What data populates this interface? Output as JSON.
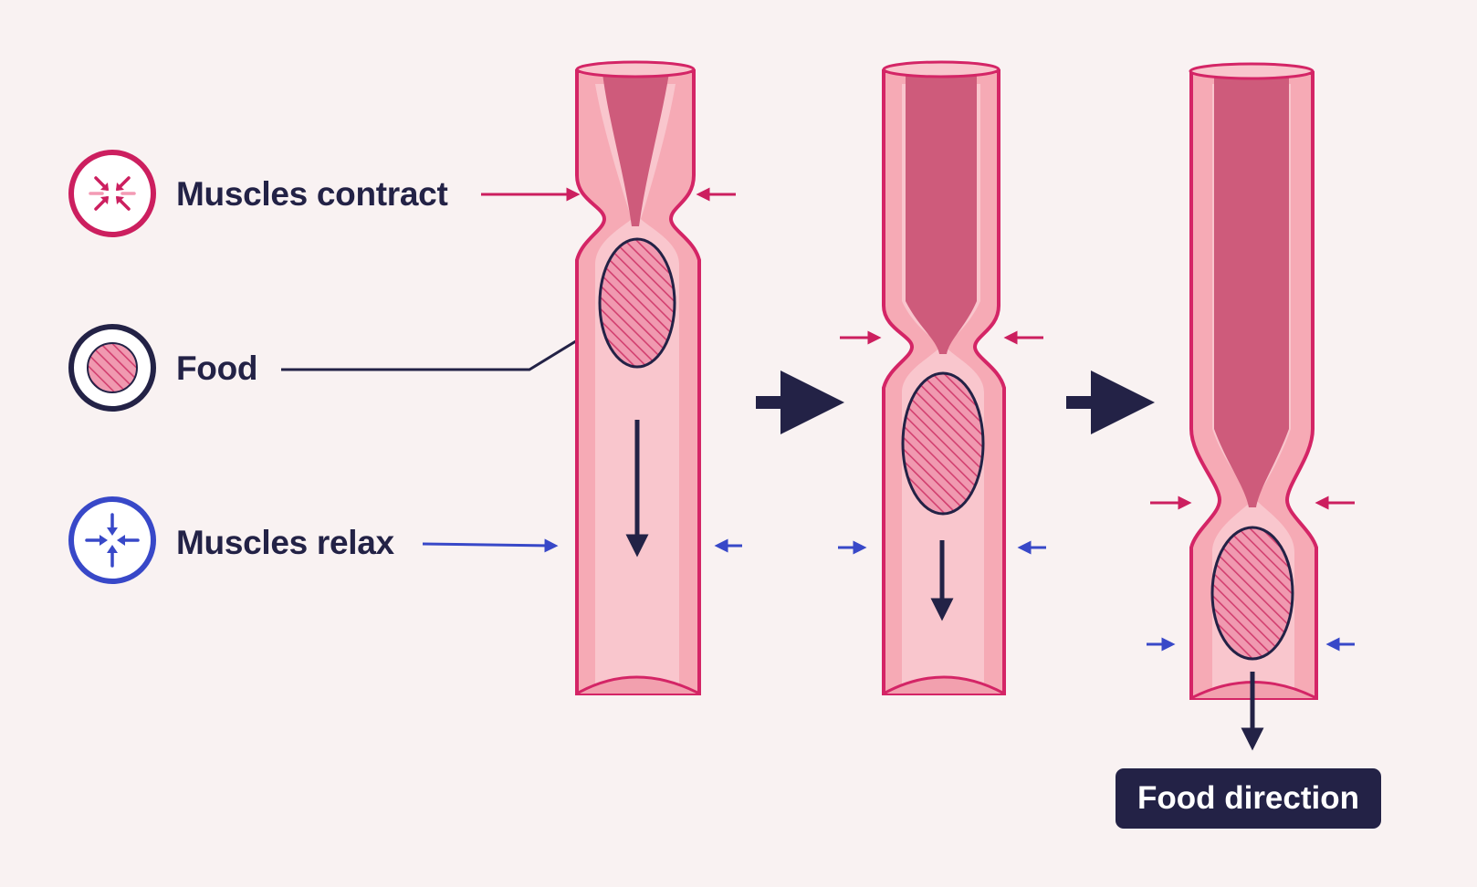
{
  "legend": {
    "contract": {
      "label": "Muscles contract",
      "color": "#cc1f5f",
      "icon": "inward-arrows-icon"
    },
    "food": {
      "label": "Food",
      "color": "#232246",
      "icon": "hatched-bolus-icon"
    },
    "relax": {
      "label": "Muscles relax",
      "color": "#3848c8",
      "icon": "inward-arrows-icon"
    }
  },
  "badge": {
    "label": "Food direction"
  },
  "colors": {
    "background": "#f9f2f2",
    "tube_wall": "#f6aab5",
    "tube_outline": "#d42566",
    "lumen_light": "#f9c6cd",
    "lumen_dark": "#ce5b7b",
    "bolus": "#e85c86",
    "dark": "#232246"
  }
}
